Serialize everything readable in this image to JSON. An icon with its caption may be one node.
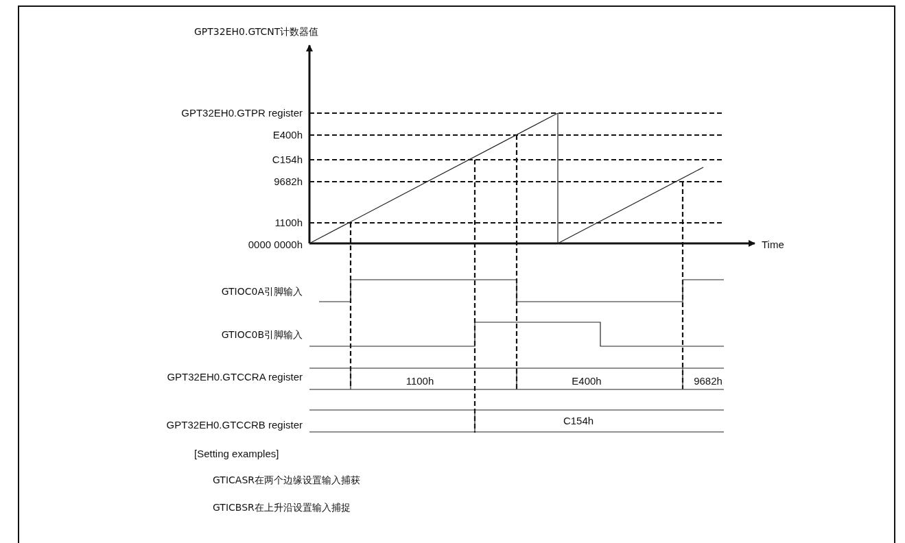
{
  "diagram": {
    "labels": [
      "GPT32EH0.GTCNT计数器值",
      "GPT32EH0.GTPR register",
      "E400h",
      "C154h",
      "9682h",
      "1100h",
      "0000 0000h",
      "Time",
      "GTIOC0A引脚输入",
      "GTIOC0B引脚输入",
      "GPT32EH0.GTCCRA register",
      "1100h",
      "E400h",
      "9682h",
      "GPT32EH0.GTCCRB register",
      "C154h",
      "[Setting examples]",
      "GTICASR在两个边缘设置输入捕获",
      "GTICBSR在上升沿设置输入捕捉"
    ]
  }
}
